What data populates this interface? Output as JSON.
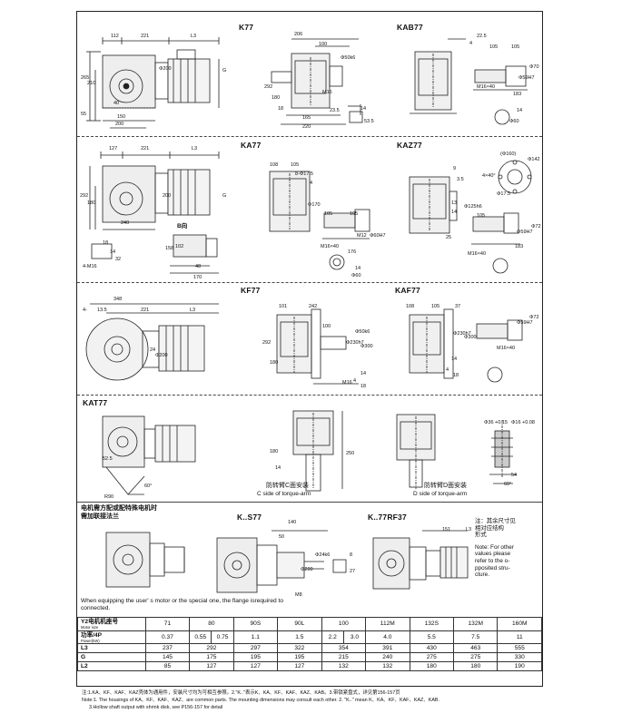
{
  "sections": {
    "k77": "K77",
    "kab77": "KAB77",
    "ka77": "KA77",
    "kaz77": "KAZ77",
    "kf77": "KF77",
    "kaf77": "KAF77",
    "kat77": "KAT77",
    "ks77": "K..S77",
    "krf37": "K..77RF37"
  },
  "dims": {
    "k77_top": [
      "112",
      "221",
      "L3"
    ],
    "k77_left": [
      "265",
      "210",
      "55"
    ],
    "k77_bottom": [
      "40",
      "150",
      "200"
    ],
    "k77_g": "G",
    "k77_bore": "Φ200",
    "k77_side": [
      "206",
      "100",
      "Φ50k6",
      "292",
      "180",
      "18",
      "M16",
      "165",
      "220",
      "23.5",
      "14",
      "53.5"
    ],
    "kab77": [
      "22.5",
      "4",
      "105",
      "105",
      "Φ70",
      "Φ59H7",
      "M16×40",
      "183",
      "14",
      "Φ60"
    ],
    "ka77_top": [
      "127",
      "221",
      "L3"
    ],
    "ka77_left": [
      "292",
      "180"
    ],
    "ka77_misc": [
      "240",
      "200",
      "G",
      "B向",
      "158",
      "102",
      "48",
      "170",
      "4-M16",
      "14",
      "32",
      "18"
    ],
    "ka77_side": [
      "108",
      "105",
      "8-Φ17.5",
      "4",
      "Φ170",
      "Φ60H7",
      "105",
      "105",
      "M16×40",
      "176",
      "M12",
      "14",
      "Φ60"
    ],
    "kaz77": [
      "9",
      "3.5",
      "Φ125h6",
      "13",
      "14",
      "105",
      "25",
      "183",
      "M16×40",
      "Φ72",
      "Φ59H7",
      "4×40°",
      "Φ142",
      "(Φ160)",
      "Φ17.5"
    ],
    "kf77_top": [
      "348",
      "221",
      "L3"
    ],
    "kf77_misc": [
      "4-",
      "13.5",
      "24",
      "Φ200"
    ],
    "kf77_side": [
      "101",
      "242",
      "Φ50k6",
      "Φ230h7",
      "Φ300",
      "292",
      "180",
      "M16",
      "100",
      "14",
      "4",
      "18"
    ],
    "kaf77": [
      "108",
      "105",
      "37",
      "Φ230h7",
      "Φ300",
      "Φ59H7",
      "Φ72",
      "M16×40",
      "14",
      "4",
      "18"
    ],
    "kat77": [
      "52.5",
      "60°",
      "R90",
      "180",
      "250",
      "14"
    ],
    "kat77_r": [
      "Φ36 +0.15",
      "Φ16 +0.08",
      "54",
      "60°"
    ],
    "torque_c": [
      "防转臂C面安装",
      "C side of torque-arm"
    ],
    "torque_d": [
      "防转臂D面安装",
      "D side of torque-arm"
    ],
    "ks77": [
      "140",
      "50",
      "Φ24k6",
      "Φ200",
      "M8"
    ],
    "ks77_r": [
      "8",
      "27"
    ],
    "krf37": [
      "151",
      "L3"
    ]
  },
  "motor_note": {
    "cn": [
      "电机需方配或配特殊电机时",
      "需加联接法兰"
    ],
    "en": "When equipping the user' s motor or the special one, the flange isrequired to connected."
  },
  "side_note": {
    "cn": [
      "注：其余尺寸见",
      "相对应结构",
      "形式"
    ],
    "en": [
      "Note: For other",
      "values please",
      "refer to the o-",
      "pposited stru-",
      "cture."
    ]
  },
  "table": {
    "header": "Y2电机机座号",
    "header_sub": "Motor size",
    "cols": [
      "71",
      "80",
      "90S",
      "90L",
      "100",
      "112M",
      "132S",
      "132M",
      "160M"
    ],
    "power_label": "功率/4P",
    "power_sub": "Power(kW)",
    "power": [
      [
        "0.37"
      ],
      [
        "0.55",
        "0.75"
      ],
      [
        "1.1"
      ],
      [
        "1.5"
      ],
      [
        "2.2",
        "3.0"
      ],
      [
        "4.0"
      ],
      [
        "5.5"
      ],
      [
        "7.5"
      ],
      [
        "11"
      ]
    ],
    "rows": [
      {
        "label": "L3",
        "values": [
          "237",
          "292",
          "297",
          "322",
          "354",
          "391",
          "430",
          "463",
          "555"
        ]
      },
      {
        "label": "G",
        "values": [
          "145",
          "175",
          "195",
          "195",
          "215",
          "240",
          "275",
          "275",
          "330"
        ]
      },
      {
        "label": "L2",
        "values": [
          "85",
          "127",
          "127",
          "127",
          "132",
          "132",
          "180",
          "180",
          "190"
        ]
      }
    ]
  },
  "footnotes": [
    "注:1.KA、KF、KAF、KAZ壳体为通用件，安装尺寸均为可相互参照。2.\"K..\"表示K、KA、KF、KAF、KAZ、KAB。3.带锁紧盘式，详见第156-157页",
    "Note:1. The housings of KA、KF、KAF、KAZ、are common parts. The mounting dimensions may consult each other.     2. \"K..\" mean K、KA、KF、KAF、KAZ、KAB.",
    "3.Hollow shaft output with shrink disk, see P156-157 for detail"
  ],
  "colors": {
    "line": "#222222",
    "dash": "#444444",
    "fill": "#dddddd"
  }
}
